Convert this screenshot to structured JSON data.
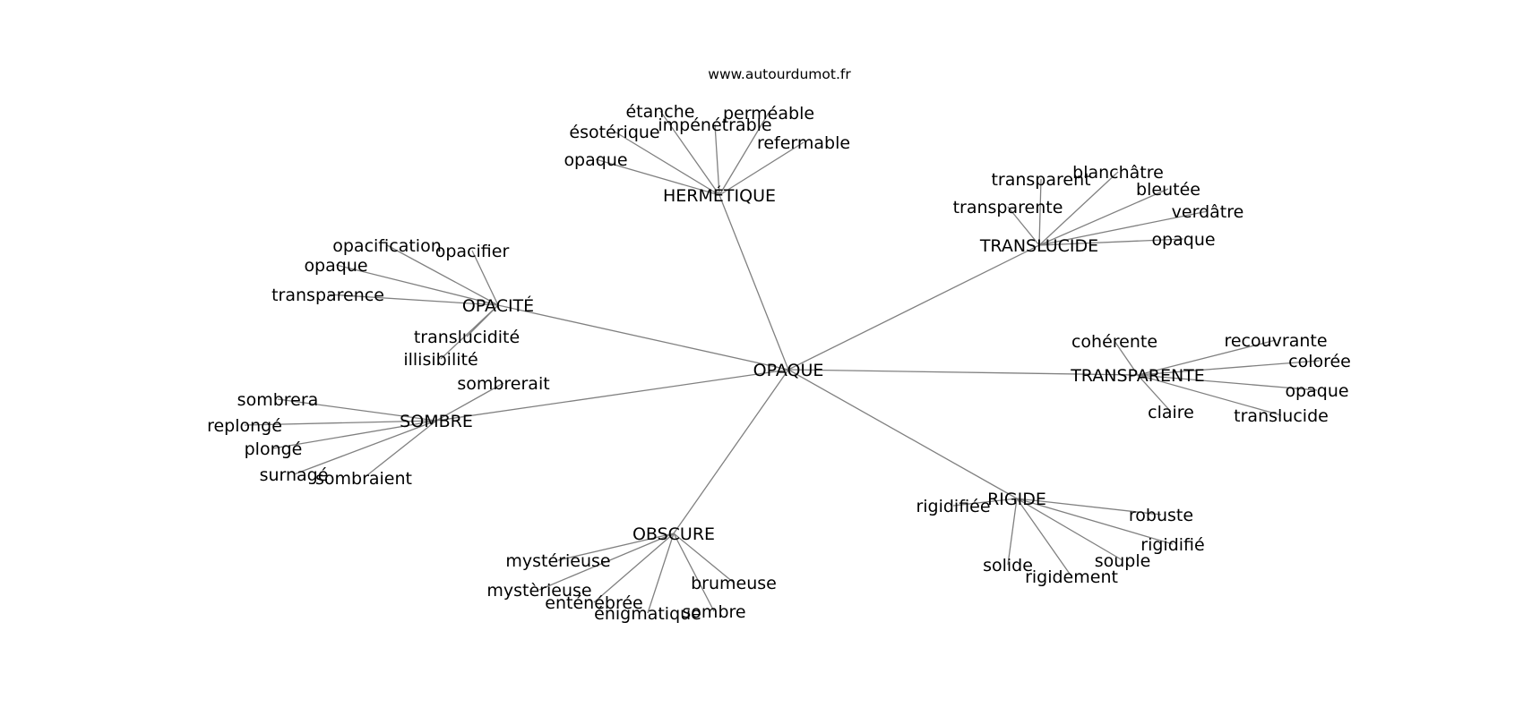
{
  "source_label": "www.autourdumot.fr",
  "graph": {
    "center": "OPAQUE",
    "clusters": [
      {
        "hub": "HERMÉTIQUE",
        "words": [
          "étanche",
          "perméable",
          "ésotérique",
          "impénétrable",
          "refermable",
          "opaque"
        ]
      },
      {
        "hub": "TRANSLUCIDE",
        "words": [
          "blanchâtre",
          "transparent",
          "bleutée",
          "transparente",
          "verdâtre",
          "opaque"
        ]
      },
      {
        "hub": "OPACITÉ",
        "words": [
          "opacification",
          "opacifier",
          "opaque",
          "transparence",
          "translucidité",
          "illisibilité"
        ]
      },
      {
        "hub": "TRANSPARENTE",
        "words": [
          "cohérente",
          "recouvrante",
          "colorée",
          "opaque",
          "claire",
          "translucide"
        ]
      },
      {
        "hub": "SOMBRE",
        "words": [
          "sombrerait",
          "sombrera",
          "replongé",
          "plongé",
          "surnagé",
          "sombraient"
        ]
      },
      {
        "hub": "RIGIDE",
        "words": [
          "rigidifiée",
          "robuste",
          "rigidifié",
          "souple",
          "solide",
          "rigidement"
        ]
      },
      {
        "hub": "OBSCURE",
        "words": [
          "mystérieuse",
          "mystèrieuse",
          "brumeuse",
          "enténébrée",
          "énigmatique",
          "sombre"
        ]
      }
    ]
  }
}
